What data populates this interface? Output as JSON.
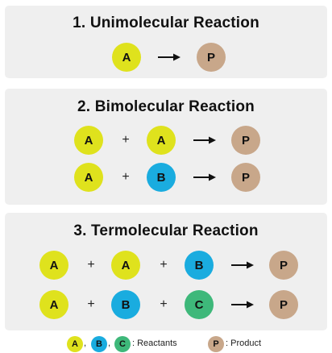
{
  "colors": {
    "A": "#dfe21d",
    "B": "#1aacdf",
    "C": "#3eb87a",
    "P": "#c8a78a",
    "panel": "#efefef"
  },
  "sections": [
    {
      "title": "1. Unimolecular Reaction",
      "rows": [
        {
          "reactants": [
            "A"
          ],
          "product": "P"
        }
      ]
    },
    {
      "title": "2. Bimolecular Reaction",
      "rows": [
        {
          "reactants": [
            "A",
            "A"
          ],
          "product": "P"
        },
        {
          "reactants": [
            "A",
            "B"
          ],
          "product": "P"
        }
      ]
    },
    {
      "title": "3. Termolecular Reaction",
      "rows": [
        {
          "reactants": [
            "A",
            "A",
            "B"
          ],
          "product": "P"
        },
        {
          "reactants": [
            "A",
            "B",
            "C"
          ],
          "product": "P"
        }
      ]
    }
  ],
  "plus_sign": "+",
  "legend": {
    "reactant_items": [
      "A",
      "B",
      "C"
    ],
    "separator": ",",
    "reactants_label": ": Reactants",
    "product_item": "P",
    "product_label": ": Product"
  }
}
